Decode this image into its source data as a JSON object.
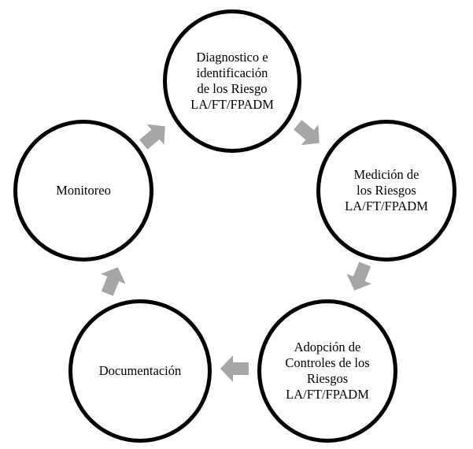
{
  "diagram": {
    "type": "cycle",
    "nodes": [
      {
        "id": "diagnostico",
        "lines": [
          "Diagnostico e",
          "identificación",
          "de los Riesgo",
          "LA/FT/FPADM"
        ]
      },
      {
        "id": "medicion",
        "lines": [
          "Medición de",
          "los Riesgos",
          "LA/FT/FPADM"
        ]
      },
      {
        "id": "adopcion",
        "lines": [
          "Adopción de",
          "Controles de los",
          "Riesgos",
          "LA/FT/FPADM"
        ]
      },
      {
        "id": "documentacion",
        "lines": [
          "Documentación"
        ]
      },
      {
        "id": "monitoreo",
        "lines": [
          "Monitoreo"
        ]
      }
    ],
    "arrow_color": "#a6a6a6",
    "border_color": "#000000"
  }
}
